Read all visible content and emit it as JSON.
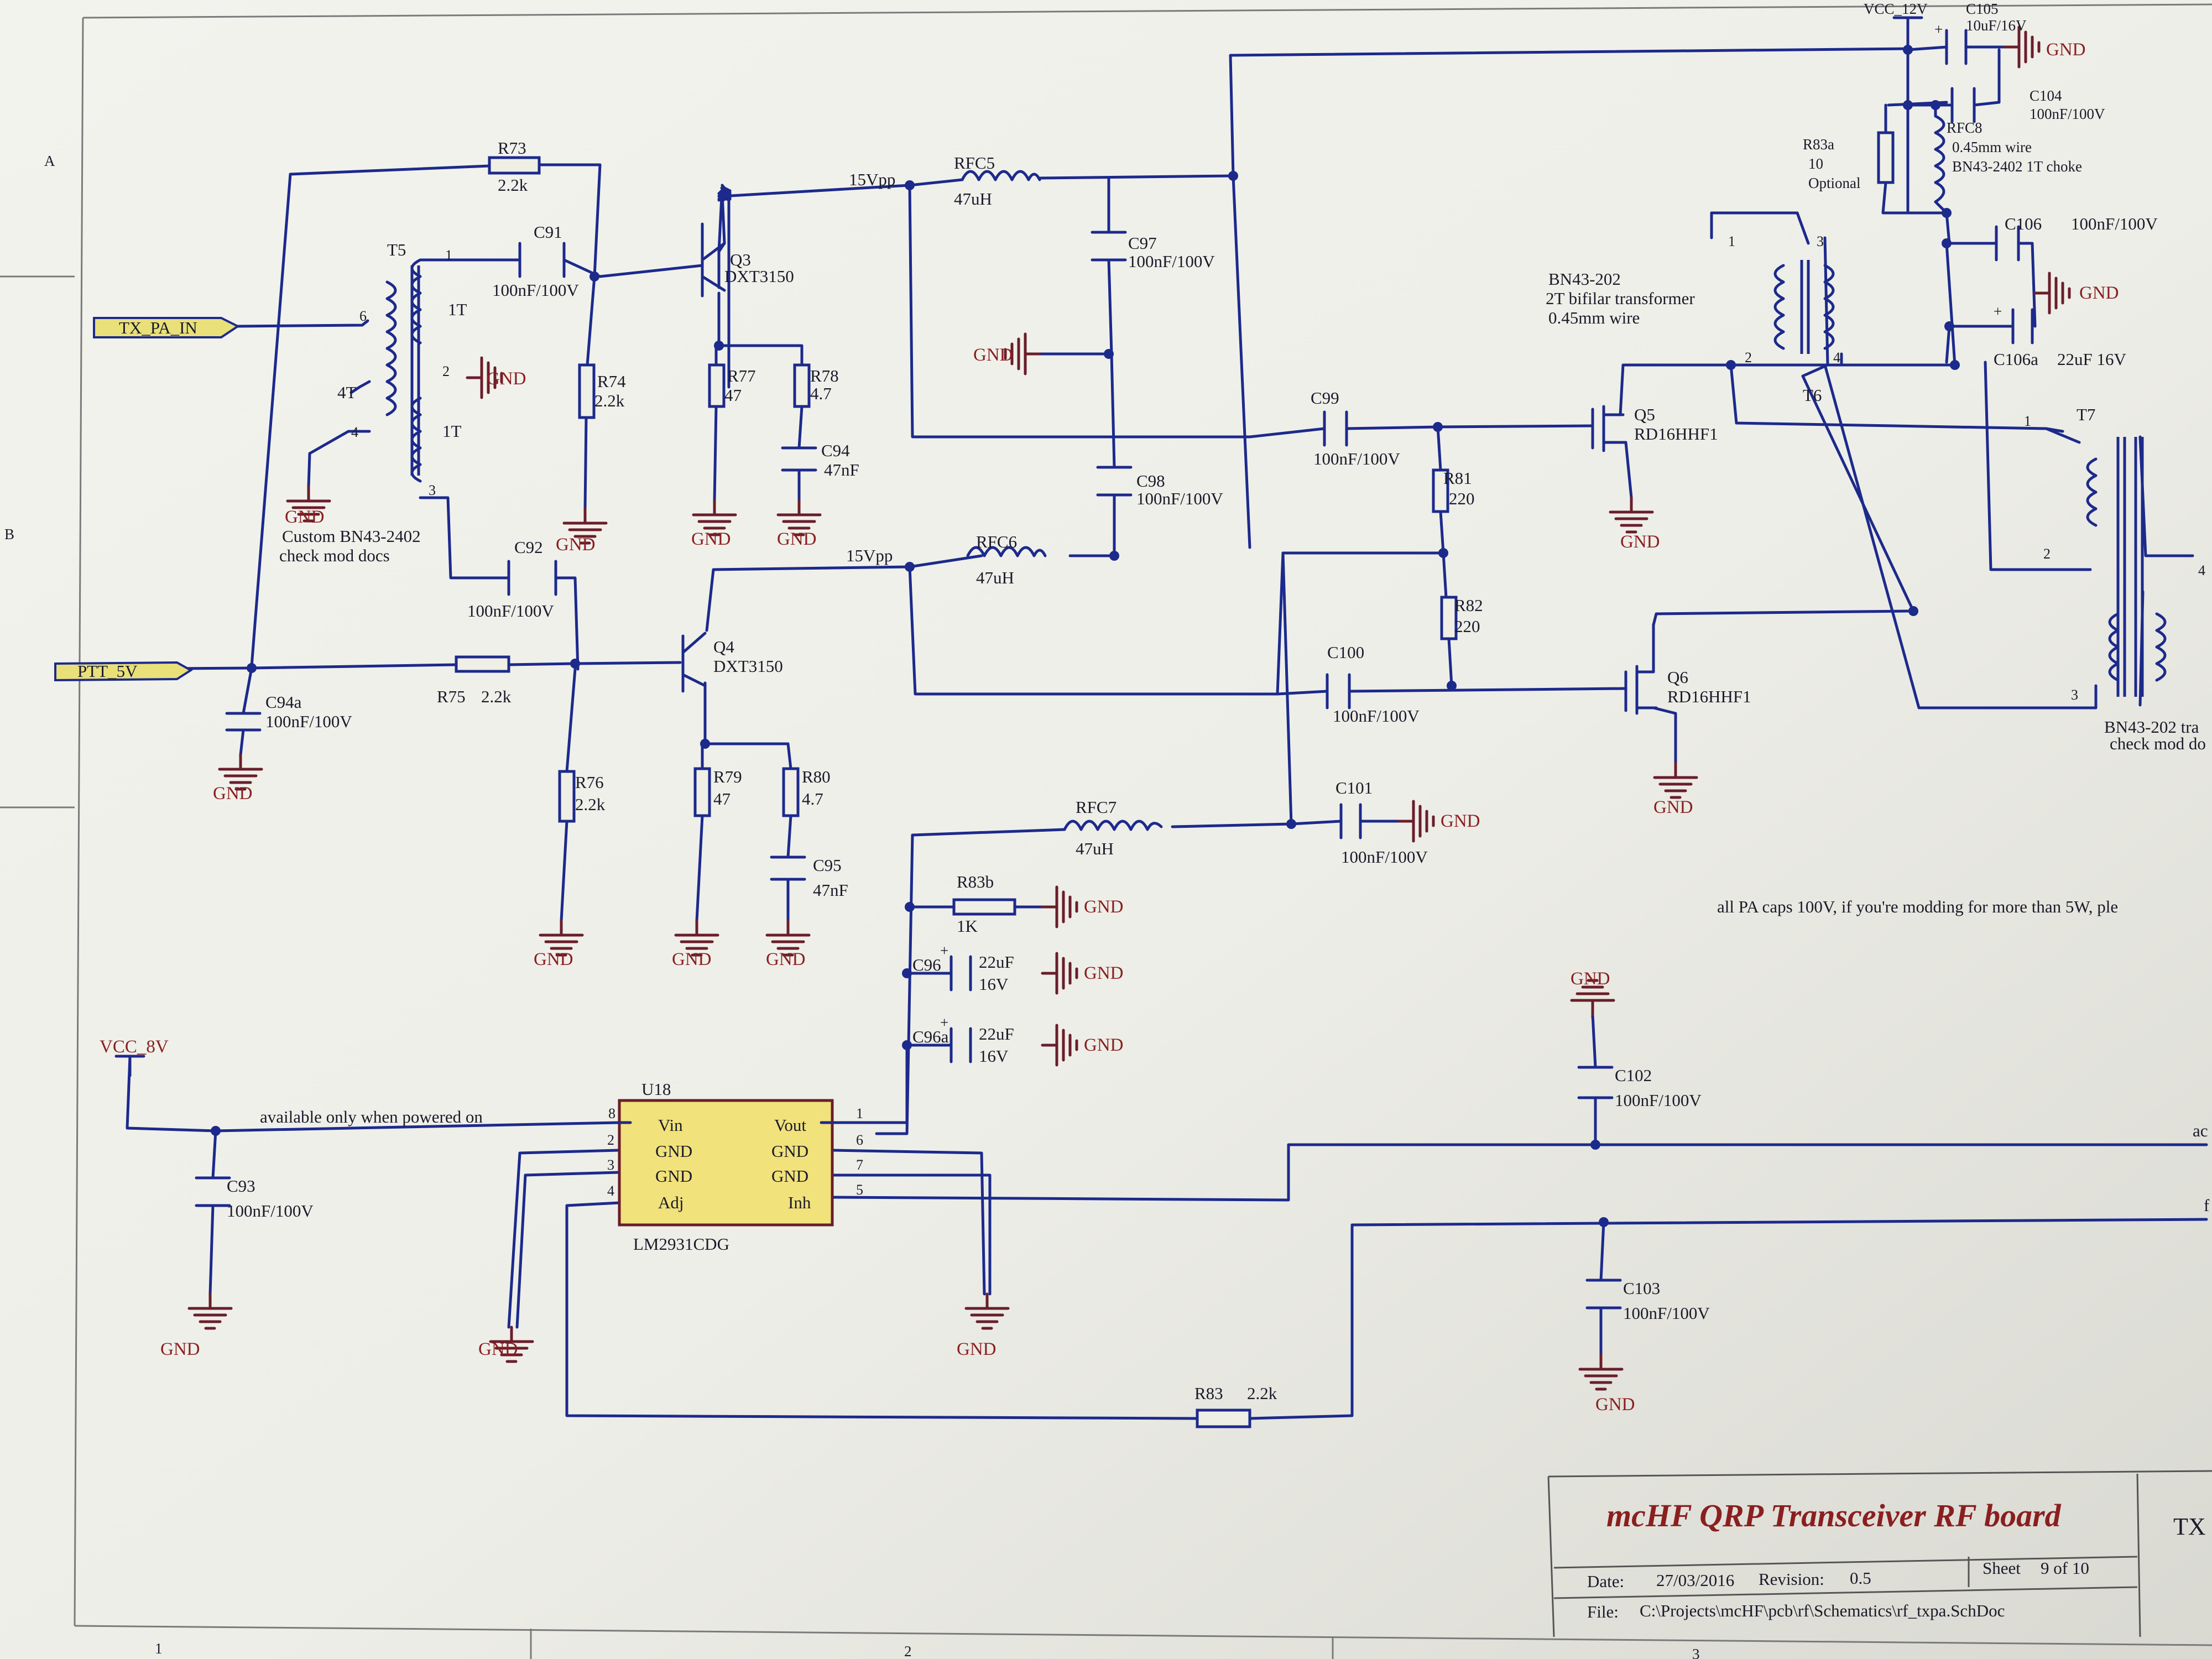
{
  "sheet": {
    "zone_a": "A",
    "zone_b": "B",
    "col_1": "1",
    "col_2": "2",
    "col_3": "3"
  },
  "ports": {
    "tx_pa_in": "TX_PA_IN",
    "ptt_5v": "PTT_5V",
    "vcc_12v": "VCC_12V",
    "vcc_8v": "VCC_8V"
  },
  "gnd": "GND",
  "nets": {
    "v15pp_a": "15Vpp",
    "v15pp_b": "15Vpp"
  },
  "components": {
    "r73": {
      "ref": "R73",
      "value": "2.2k"
    },
    "c91": {
      "ref": "C91",
      "value": "100nF/100V"
    },
    "t5": {
      "ref": "T5",
      "turns_4t": "4T",
      "turns_1t_a": "1T",
      "turns_1t_b": "1T",
      "pin1": "1",
      "pin2": "2",
      "pin3": "3",
      "pin4": "4",
      "pin6": "6",
      "note1": "Custom BN43-2402",
      "note2": "check mod docs"
    },
    "q3": {
      "ref": "Q3",
      "value": "DXT3150"
    },
    "q4": {
      "ref": "Q4",
      "value": "DXT3150"
    },
    "r74": {
      "ref": "R74",
      "value": "2.2k"
    },
    "r77": {
      "ref": "R77",
      "value": "47"
    },
    "r78": {
      "ref": "R78",
      "value": "4.7"
    },
    "c94": {
      "ref": "C94",
      "value": "47nF"
    },
    "c92": {
      "ref": "C92",
      "value": "100nF/100V"
    },
    "c94a": {
      "ref": "C94a",
      "value": "100nF/100V"
    },
    "r75": {
      "ref": "R75",
      "value": "2.2k"
    },
    "r76": {
      "ref": "R76",
      "value": "2.2k"
    },
    "r79": {
      "ref": "R79",
      "value": "47"
    },
    "r80": {
      "ref": "R80",
      "value": "4.7"
    },
    "c95": {
      "ref": "C95",
      "value": "47nF"
    },
    "rfc5": {
      "ref": "RFC5",
      "value": "47uH"
    },
    "rfc6": {
      "ref": "RFC6",
      "value": "47uH"
    },
    "rfc7": {
      "ref": "RFC7",
      "value": "47uH"
    },
    "c97": {
      "ref": "C97",
      "value": "100nF/100V"
    },
    "c98": {
      "ref": "C98",
      "value": "100nF/100V"
    },
    "c99": {
      "ref": "C99",
      "value": "100nF/100V"
    },
    "c100": {
      "ref": "C100",
      "value": "100nF/100V"
    },
    "c101": {
      "ref": "C101",
      "value": "100nF/100V"
    },
    "r81": {
      "ref": "R81",
      "value": "220"
    },
    "r82": {
      "ref": "R82",
      "value": "220"
    },
    "r83b": {
      "ref": "R83b",
      "value": "1K"
    },
    "c96": {
      "ref": "C96",
      "value1": "22uF",
      "value2": "16V"
    },
    "c96a": {
      "ref": "C96a",
      "value1": "22uF",
      "value2": "16V"
    },
    "q5": {
      "ref": "Q5",
      "value": "RD16HHF1"
    },
    "q6": {
      "ref": "Q6",
      "value": "RD16HHF1"
    },
    "t6": {
      "ref": "T6",
      "note1": "BN43-202",
      "note2": "2T bifilar transformer",
      "note3": "0.45mm wire",
      "pin1": "1",
      "pin2": "2",
      "pin3": "3",
      "pin4": "4"
    },
    "t7": {
      "ref": "T7",
      "note1": "BN43-202 tra",
      "note2": "check mod do",
      "pin1": "1",
      "pin2": "2",
      "pin3": "3",
      "pin4": "4"
    },
    "c105": {
      "ref": "C105",
      "value": "10uF/16V"
    },
    "c104": {
      "ref": "C104",
      "value": "100nF/100V"
    },
    "r83a": {
      "ref": "R83a",
      "value": "10",
      "note": "Optional"
    },
    "rfc8": {
      "ref": "RFC8",
      "note1": "0.45mm wire",
      "note2": "BN43-2402 1T choke"
    },
    "c106": {
      "ref": "C106",
      "value": "100nF/100V"
    },
    "c106a": {
      "ref": "C106a",
      "value": "22uF 16V"
    },
    "c102": {
      "ref": "C102",
      "value": "100nF/100V"
    },
    "c103": {
      "ref": "C103",
      "value": "100nF/100V"
    },
    "c93": {
      "ref": "C93",
      "value": "100nF/100V"
    },
    "r83": {
      "ref": "R83",
      "value": "2.2k"
    },
    "u18": {
      "ref": "U18",
      "part": "LM2931CDG",
      "vin": "Vin",
      "gnd_a": "GND",
      "gnd_b": "GND",
      "adj": "Adj",
      "vout": "Vout",
      "gnd_c": "GND",
      "gnd_d": "GND",
      "inh": "Inh",
      "p1": "1",
      "p2": "2",
      "p3": "3",
      "p4": "4",
      "p5": "5",
      "p6": "6",
      "p7": "7",
      "p8": "8"
    }
  },
  "notes": {
    "powered_on": "available only when powered on",
    "pa_caps": "all PA caps 100V, if you're modding for more than 5W, ple",
    "edge_ac": "ac",
    "edge_f": "f"
  },
  "title_block": {
    "title": "mcHF QRP Transceiver RF board",
    "title_right": "TX",
    "date_label": "Date:",
    "date": "27/03/2016",
    "revision_label": "Revision:",
    "revision": "0.5",
    "sheet_label": "Sheet",
    "sheet": "9 of 10",
    "file_label": "File:",
    "file": "C:\\Projects\\mcHF\\pcb\\rf\\Schematics\\rf_txpa.SchDoc"
  }
}
